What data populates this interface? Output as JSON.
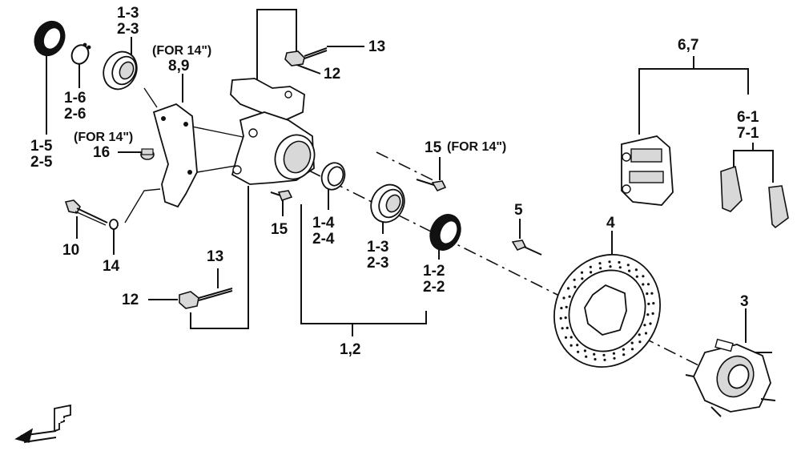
{
  "labels": {
    "l_1_3a": "1-3",
    "l_2_3a": "2-3",
    "l_for14_a": "(FOR 14\")",
    "l_8_9": "8,9",
    "l_1_6": "1-6",
    "l_2_6": "2-6",
    "l_1_5": "1-5",
    "l_2_5": "2-5",
    "l_for14_b": "(FOR 14\")",
    "l_16": "16",
    "l_10": "10",
    "l_14": "14",
    "l_13a": "13",
    "l_12a": "12",
    "l_13b": "13",
    "l_12b": "12",
    "l_15a": "15",
    "l_for14_c": "(FOR 14\")",
    "l_15b": "15",
    "l_1_4": "1-4",
    "l_2_4": "2-4",
    "l_1_3b": "1-3",
    "l_2_3b": "2-3",
    "l_1_2": "1-2",
    "l_2_2": "2-2",
    "l_1_2_group": "1,2",
    "l_5": "5",
    "l_4": "4",
    "l_3": "3",
    "l_6_7": "6,7",
    "l_6_1": "6-1",
    "l_7_1": "7-1"
  },
  "icons": {
    "front_arrow": "front-direction-arrow-icon",
    "front_letter": "F"
  }
}
